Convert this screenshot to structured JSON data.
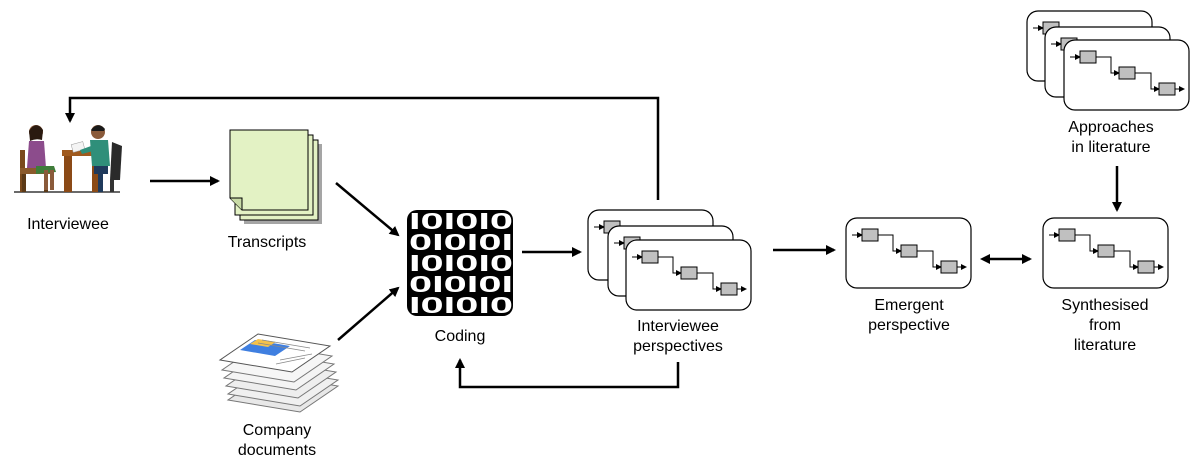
{
  "labels": {
    "interviewee": "Interviewee",
    "transcripts": "Transcripts",
    "company_documents_line1": "Company",
    "company_documents_line2": "documents",
    "coding": "Coding",
    "interviewee_perspectives_line1": "Interviewee",
    "interviewee_perspectives_line2": "perspectives",
    "emergent_perspective_line1": "Emergent",
    "emergent_perspective_line2": "perspective",
    "synthesised_line1": "Synthesised",
    "synthesised_line2": "from",
    "synthesised_line3": "literature",
    "approaches_line1": "Approaches",
    "approaches_line2": "in literature"
  },
  "coding_pattern": [
    "I0I0I0",
    "0I0I0I",
    "I0I0I0",
    "0I0I0I",
    "I0I0I0"
  ],
  "colors": {
    "transcript_fill": "#e3f2c4",
    "transcript_shadow": "#a5a5a5",
    "process_step_fill": "#c0c0c0",
    "coding_bg": "#000000",
    "document_accent_blue": "#3f7fe0",
    "document_accent_yellow": "#f6c24a"
  }
}
